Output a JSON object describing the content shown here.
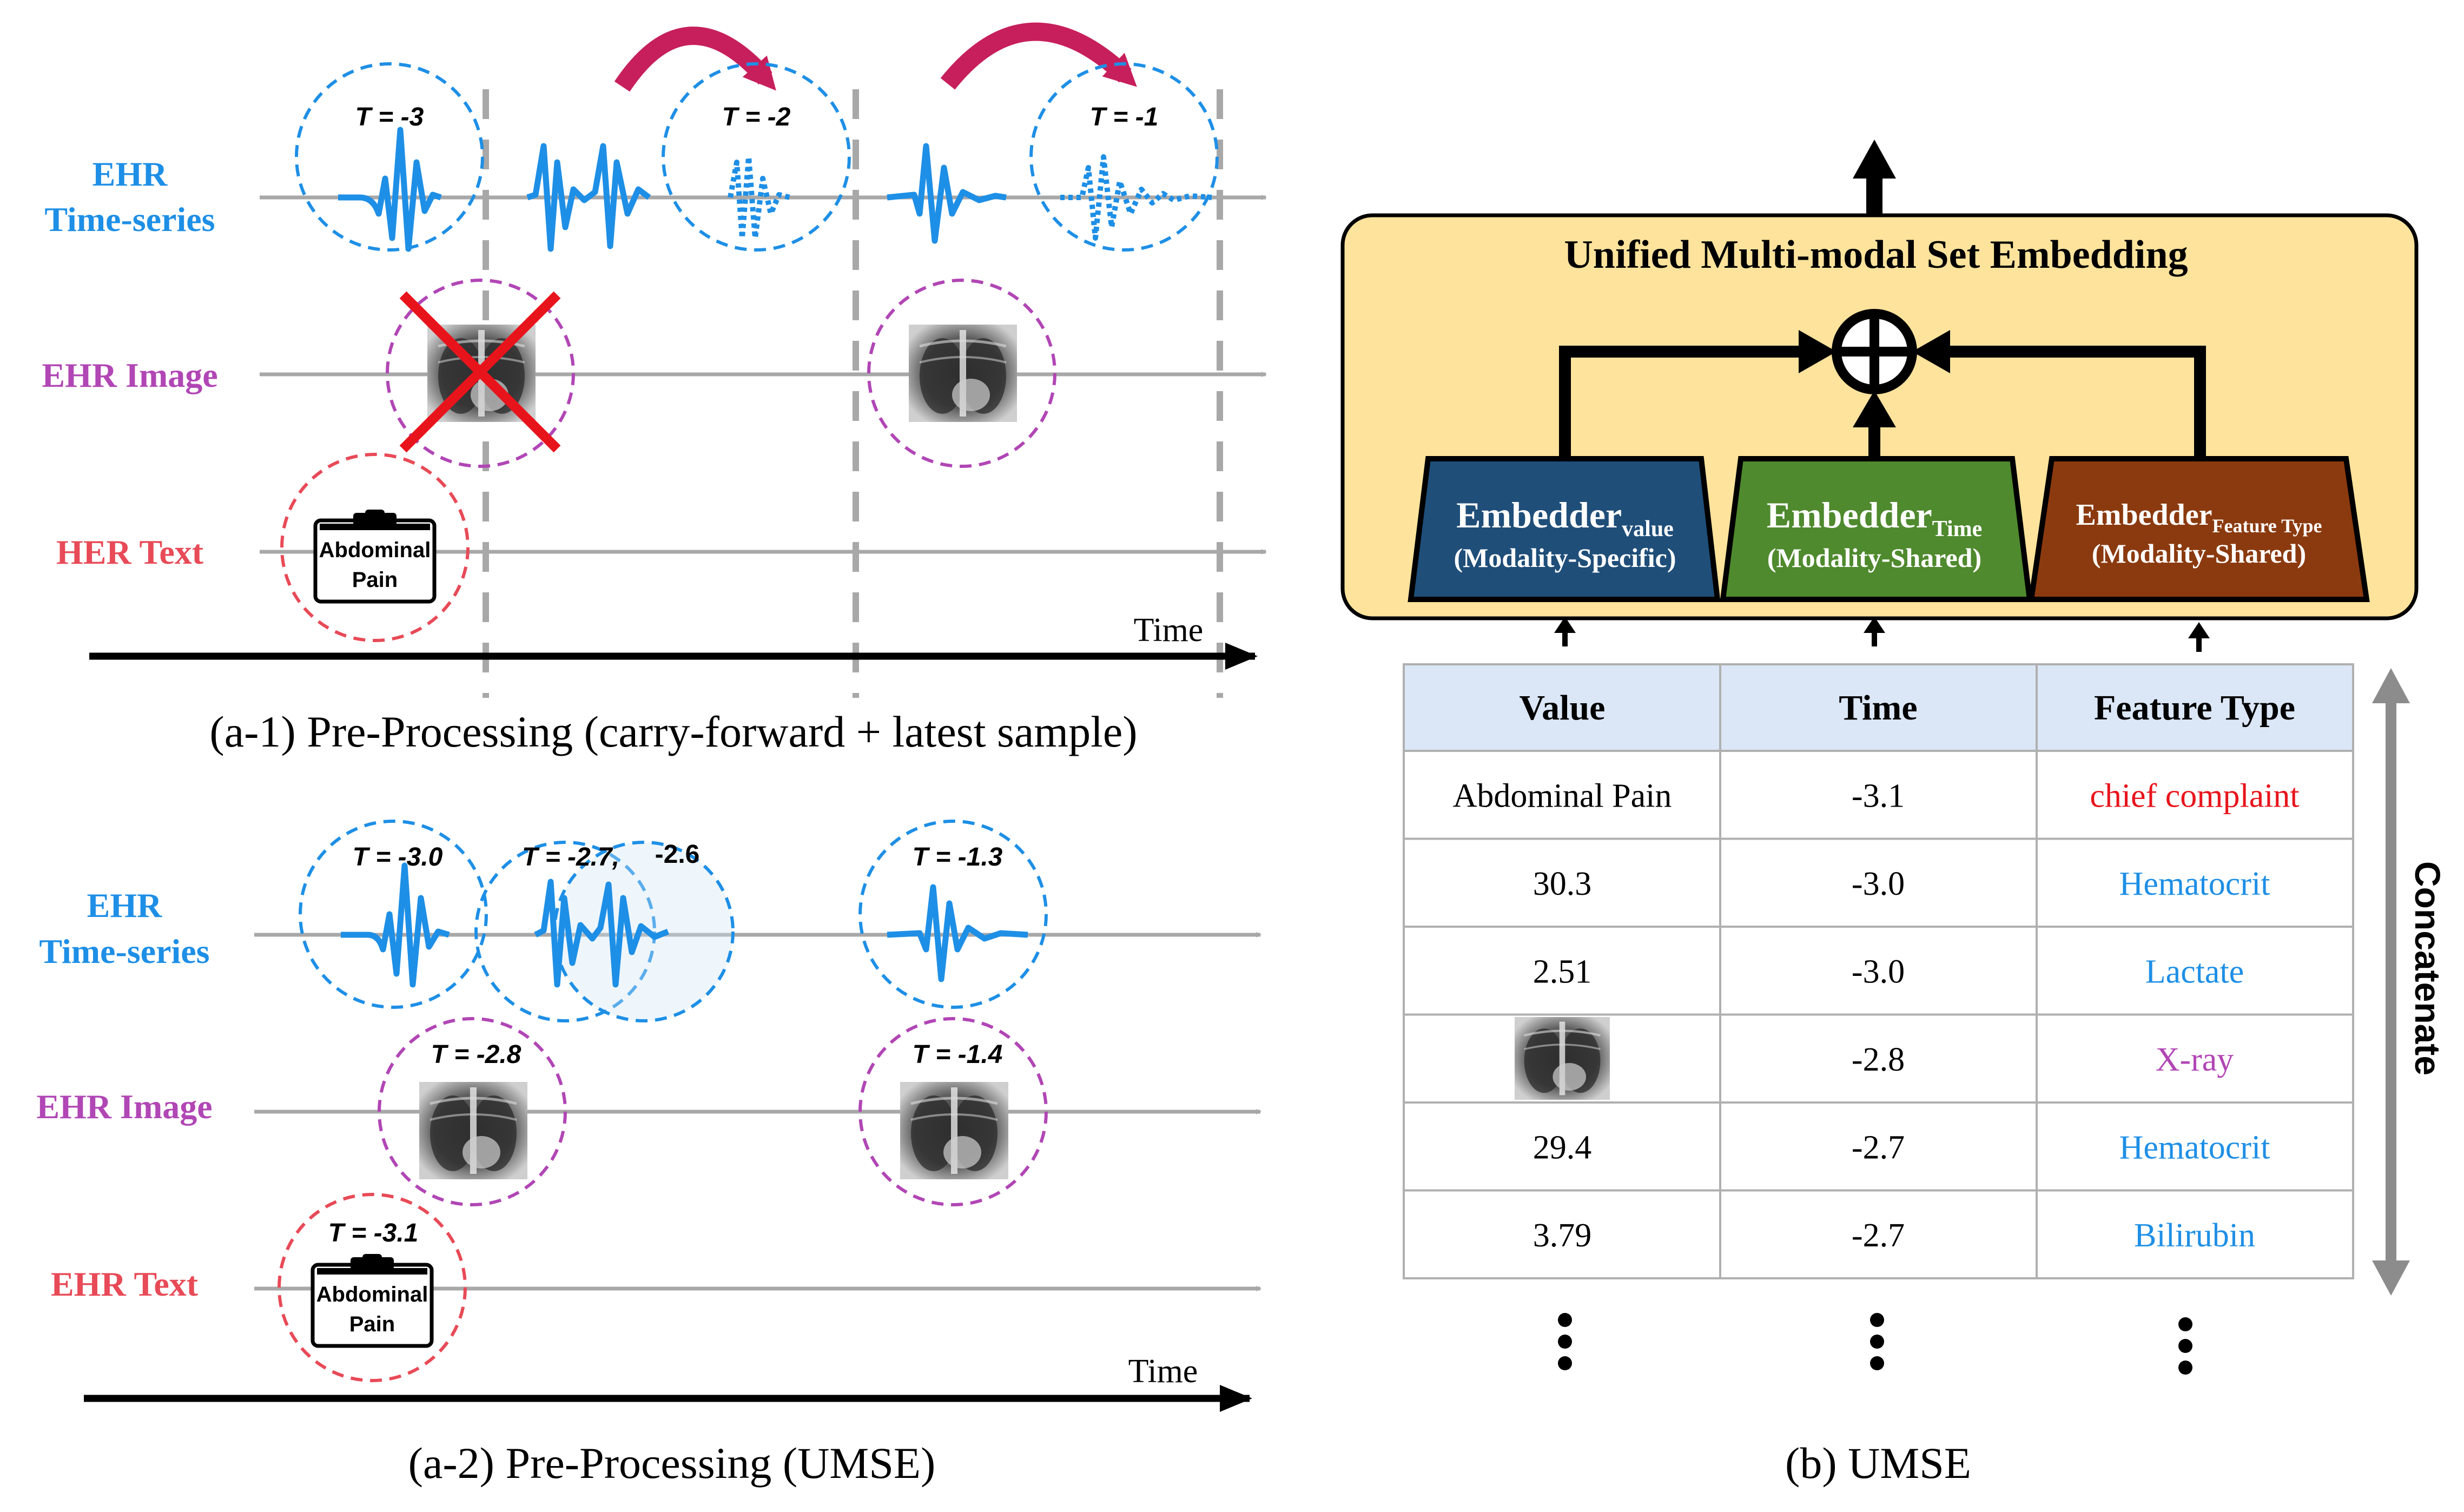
{
  "colors": {
    "timeseries": "#1e8fe6",
    "image": "#b146b5",
    "text": "#e84a57",
    "axis": "#a8a8a8",
    "dash": "#a8a8a8",
    "arrow_magenta": "#c71f5c",
    "red_cross": "#e8141c",
    "box_fill": "#fde39c",
    "embedder_value": "#1f4e79",
    "embedder_time": "#4f8a2e",
    "embedder_feature": "#8b3a0f",
    "table_header": "#dbe6f6",
    "chief": "#e8141c",
    "feature_blue": "#1e8fe6",
    "feature_purple": "#b146b5"
  },
  "panel_a1": {
    "row_timeseries": [
      "EHR",
      "Time-series"
    ],
    "row_image": "EHR Image",
    "row_text": "HER Text",
    "t_labels": [
      "T = -3",
      "T = -2",
      "T = -1"
    ],
    "note_line1": "Abdominal",
    "note_line2": "Pain",
    "time_label": "Time",
    "caption": "(a-1) Pre-Processing (carry-forward + latest sample)"
  },
  "panel_a2": {
    "row_timeseries": [
      "EHR",
      "Time-series"
    ],
    "row_image": "EHR Image",
    "row_text": "EHR Text",
    "t_labels": [
      "T = -3.0",
      "T = -2.7,",
      "-2.6",
      "T = -1.3",
      "T = -2.8",
      "T = -1.4",
      "T = -3.1"
    ],
    "note_line1": "Abdominal",
    "note_line2": "Pain",
    "time_label": "Time",
    "caption": "(a-2) Pre-Processing (UMSE)"
  },
  "panel_b": {
    "box_title": "Unified Multi-modal Set Embedding",
    "embedders": [
      {
        "main": "Embedder",
        "sub": "value",
        "line2": "(Modality-Specific)"
      },
      {
        "main": "Embedder",
        "sub": "Time",
        "line2": "(Modality-Shared)"
      },
      {
        "main": "Embedder",
        "sub": "Feature Type",
        "line2": "(Modality-Shared)"
      }
    ],
    "table_headers": [
      "Value",
      "Time",
      "Feature Type"
    ],
    "table_rows": [
      {
        "value": "Abdominal Pain",
        "time": "-3.1",
        "feature": "chief complaint",
        "feature_color": "chief"
      },
      {
        "value": "30.3",
        "time": "-3.0",
        "feature": "Hematocrit",
        "feature_color": "feature_blue"
      },
      {
        "value": "2.51",
        "time": "-3.0",
        "feature": "Lactate",
        "feature_color": "feature_blue"
      },
      {
        "value": "",
        "time": "-2.8",
        "feature": "X-ray",
        "feature_color": "feature_purple"
      },
      {
        "value": "29.4",
        "time": "-2.7",
        "feature": "Hematocrit",
        "feature_color": "feature_blue"
      },
      {
        "value": "3.79",
        "time": "-2.7",
        "feature": "Bilirubin",
        "feature_color": "feature_blue"
      }
    ],
    "side_label": "Concatenate",
    "caption": "(b) UMSE"
  }
}
